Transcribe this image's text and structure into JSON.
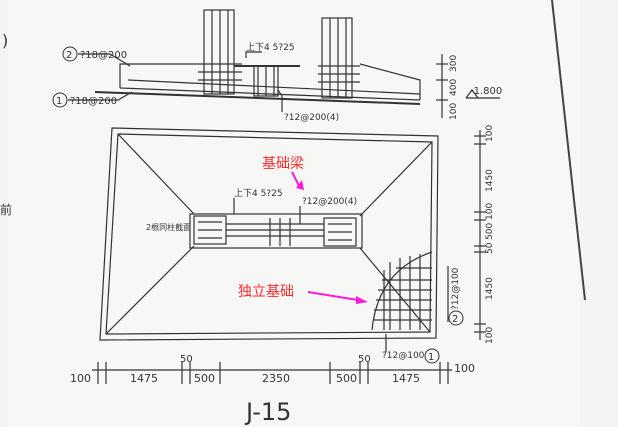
{
  "section": {
    "rebar2_label": "?18@200",
    "rebar2_marker": "2",
    "rebar1_label": "?18@200",
    "rebar1_marker": "1",
    "top_bottom_bar": "上下4 5?25",
    "stirrup": "?12@200(4)",
    "dims_right": [
      "300",
      "400",
      "100"
    ],
    "elevation": "-1.800"
  },
  "plan": {
    "beam_callout": "基础梁",
    "footing_callout": "独立基础",
    "beam_bars": "上下4 5?25",
    "beam_stirrup": "?12@200(4)",
    "columns_note": "2根同柱截面",
    "mesh_y": "?12@100",
    "mesh_y_marker": "2",
    "mesh_x": "?12@100",
    "mesh_x_marker": "1",
    "right_dims": [
      "100",
      "1450",
      "100",
      "500",
      "50",
      "1450",
      "100"
    ],
    "bottom_dims": [
      "100",
      "1475",
      "50",
      "500",
      "2350",
      "500",
      "50",
      "1475",
      "100"
    ],
    "left_edge_text": "前"
  },
  "title": "J-15",
  "colors": {
    "callout": "#ff2a2a",
    "arrow": "#ff1ad9",
    "ink": "#333333",
    "paper": "#f4f4f2"
  }
}
